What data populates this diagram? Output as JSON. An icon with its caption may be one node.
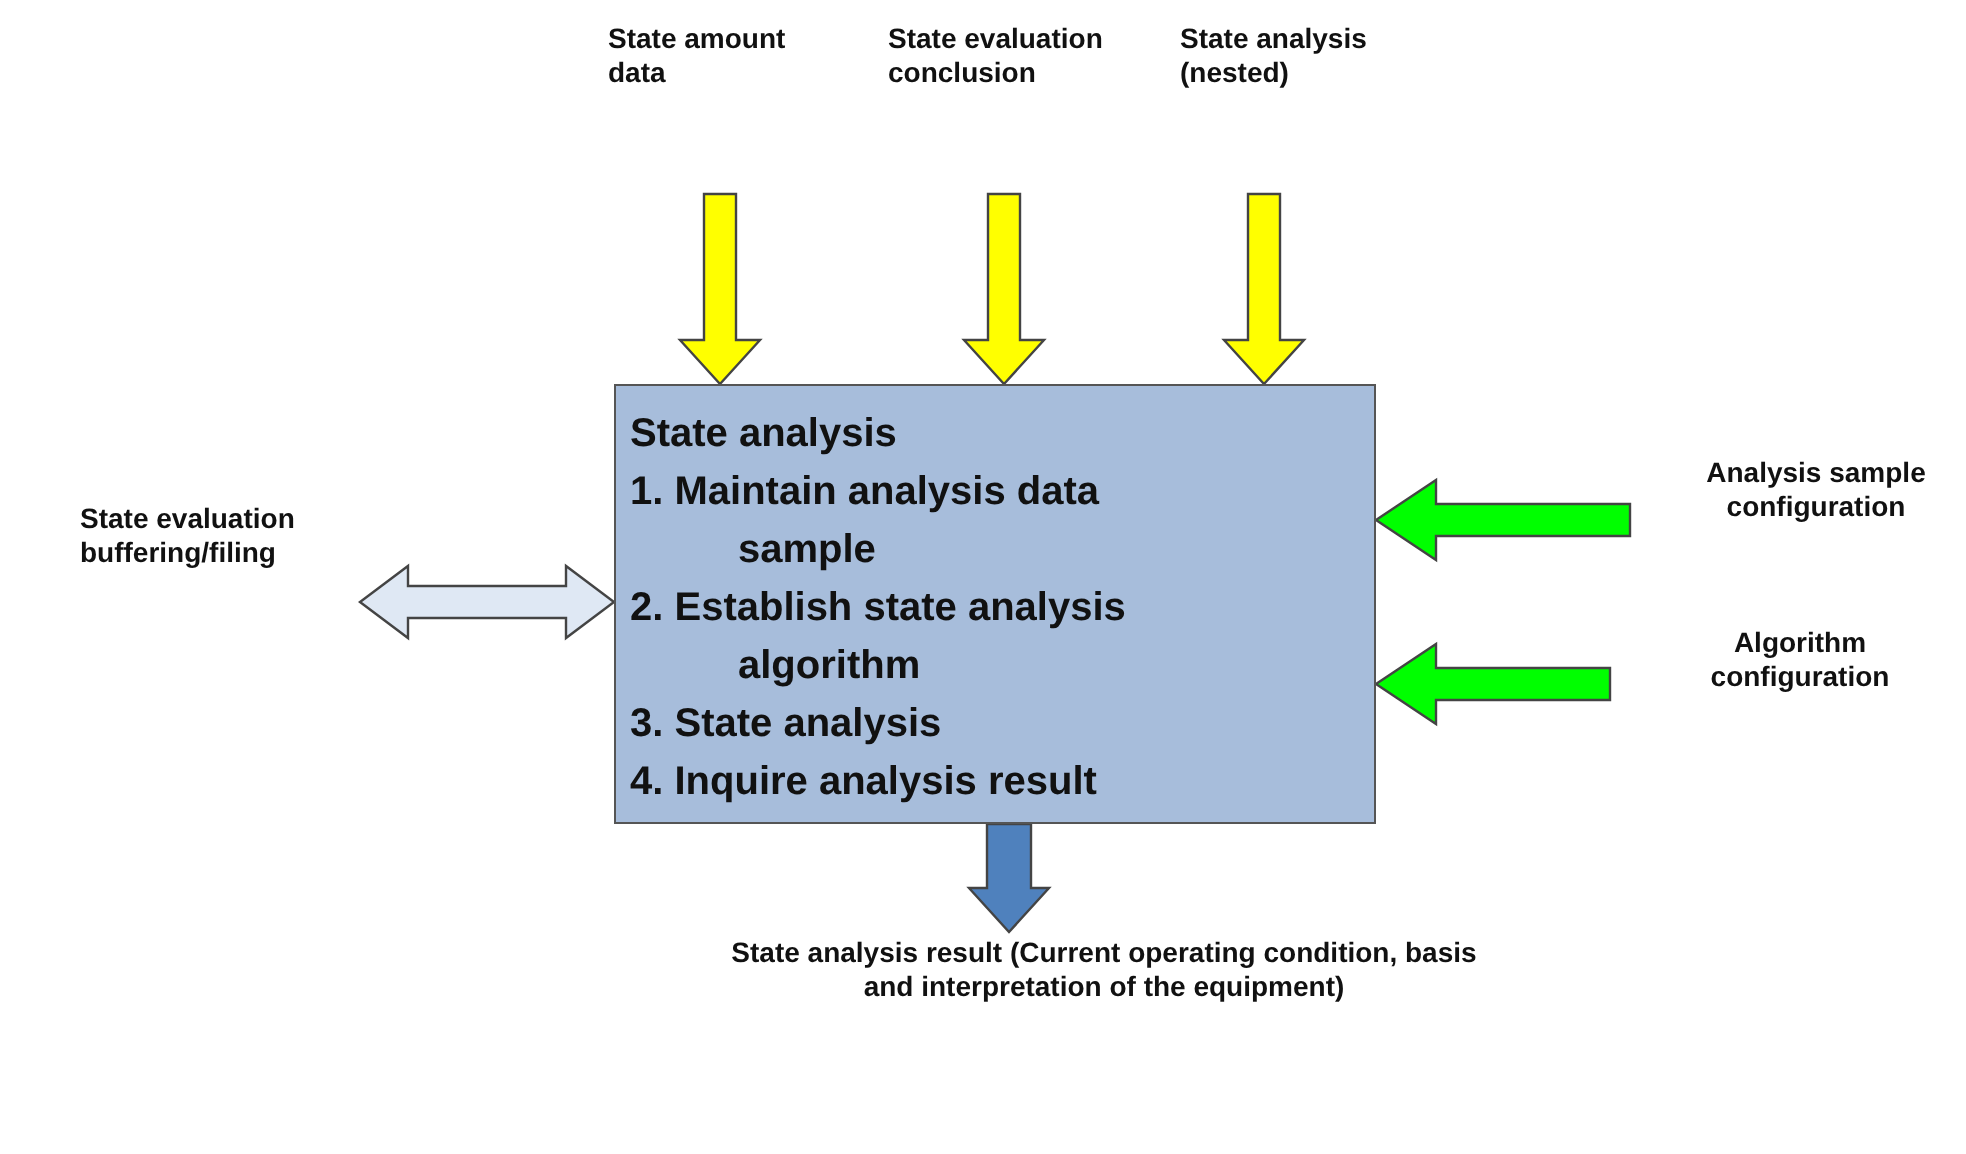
{
  "diagram": {
    "nodes": [
      {
        "text": [
          "State analysis",
          "1. Maintain analysis data sample",
          "2. Establish state analysis algorithm",
          "3. State analysis",
          "4. Inquire analysis result"
        ]
      },
      {
        "text": [
          "State amount data"
        ]
      },
      {
        "text": [
          "State evaluation conclusion"
        ]
      },
      {
        "text": [
          "State analysis (nested)"
        ]
      },
      {
        "text": [
          "State evaluation buffering/filing"
        ]
      },
      {
        "text": [
          "Analysis sample configuration"
        ]
      },
      {
        "text": [
          "Algorithm configuration"
        ]
      },
      {
        "text": [
          "State analysis result (Current operating condition, basis and interpretation of the equipment)"
        ]
      }
    ],
    "edges": [
      {
        "from": 1,
        "to": 0,
        "arrow": "to",
        "color": "#ffff00"
      },
      {
        "from": 2,
        "to": 0,
        "arrow": "to",
        "color": "#ffff00"
      },
      {
        "from": 3,
        "to": 0,
        "arrow": "to",
        "color": "#ffff00"
      },
      {
        "from": 4,
        "to": 0,
        "arrow": "both",
        "color": "#dfe8f4"
      },
      {
        "from": 5,
        "to": 0,
        "arrow": "to",
        "color": "#00ff00"
      },
      {
        "from": 6,
        "to": 0,
        "arrow": "to",
        "color": "#00ff00"
      },
      {
        "from": 0,
        "to": 7,
        "arrow": "to",
        "color": "#4f81bd"
      }
    ]
  }
}
